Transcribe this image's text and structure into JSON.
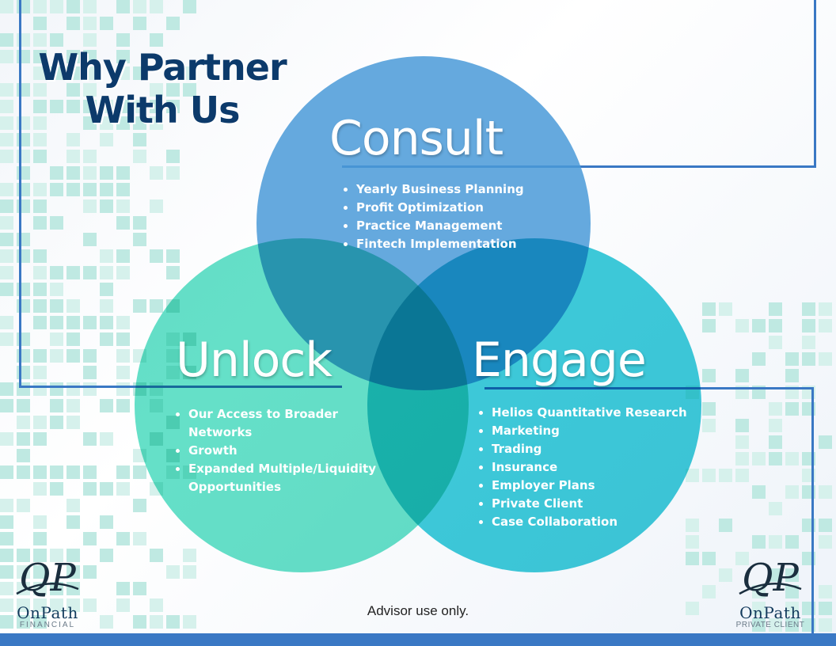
{
  "title_line1": "Why Partner",
  "title_line2": "With Us",
  "circles": {
    "consult": {
      "heading": "Consult",
      "items": [
        "Yearly Business Planning",
        "Profit Optimization",
        "Practice Management",
        "Fintech Implementation"
      ]
    },
    "unlock": {
      "heading": "Unlock",
      "items": [
        "Our Access to Broader Networks",
        "Growth",
        "Expanded Multiple/Liquidity Opportunities"
      ]
    },
    "engage": {
      "heading": "Engage",
      "items": [
        "Helios Quantitative Research",
        "Marketing",
        "Trading",
        "Insurance",
        "Employer Plans",
        "Private Client",
        "Case Collaboration"
      ]
    }
  },
  "footer_note": "Advisor use only.",
  "logos": {
    "left": {
      "mark": "QP",
      "name": "OnPath",
      "sub": "FINANCIAL"
    },
    "right": {
      "mark": "QP",
      "name": "OnPath",
      "sub": "PRIVATE CLIENT"
    }
  },
  "colors": {
    "title": "#0c3a6b",
    "consult": "#5aa3dc",
    "unlock": "#4fdcc0",
    "engage": "#1cc0d3",
    "frame": "#3a78c4"
  }
}
